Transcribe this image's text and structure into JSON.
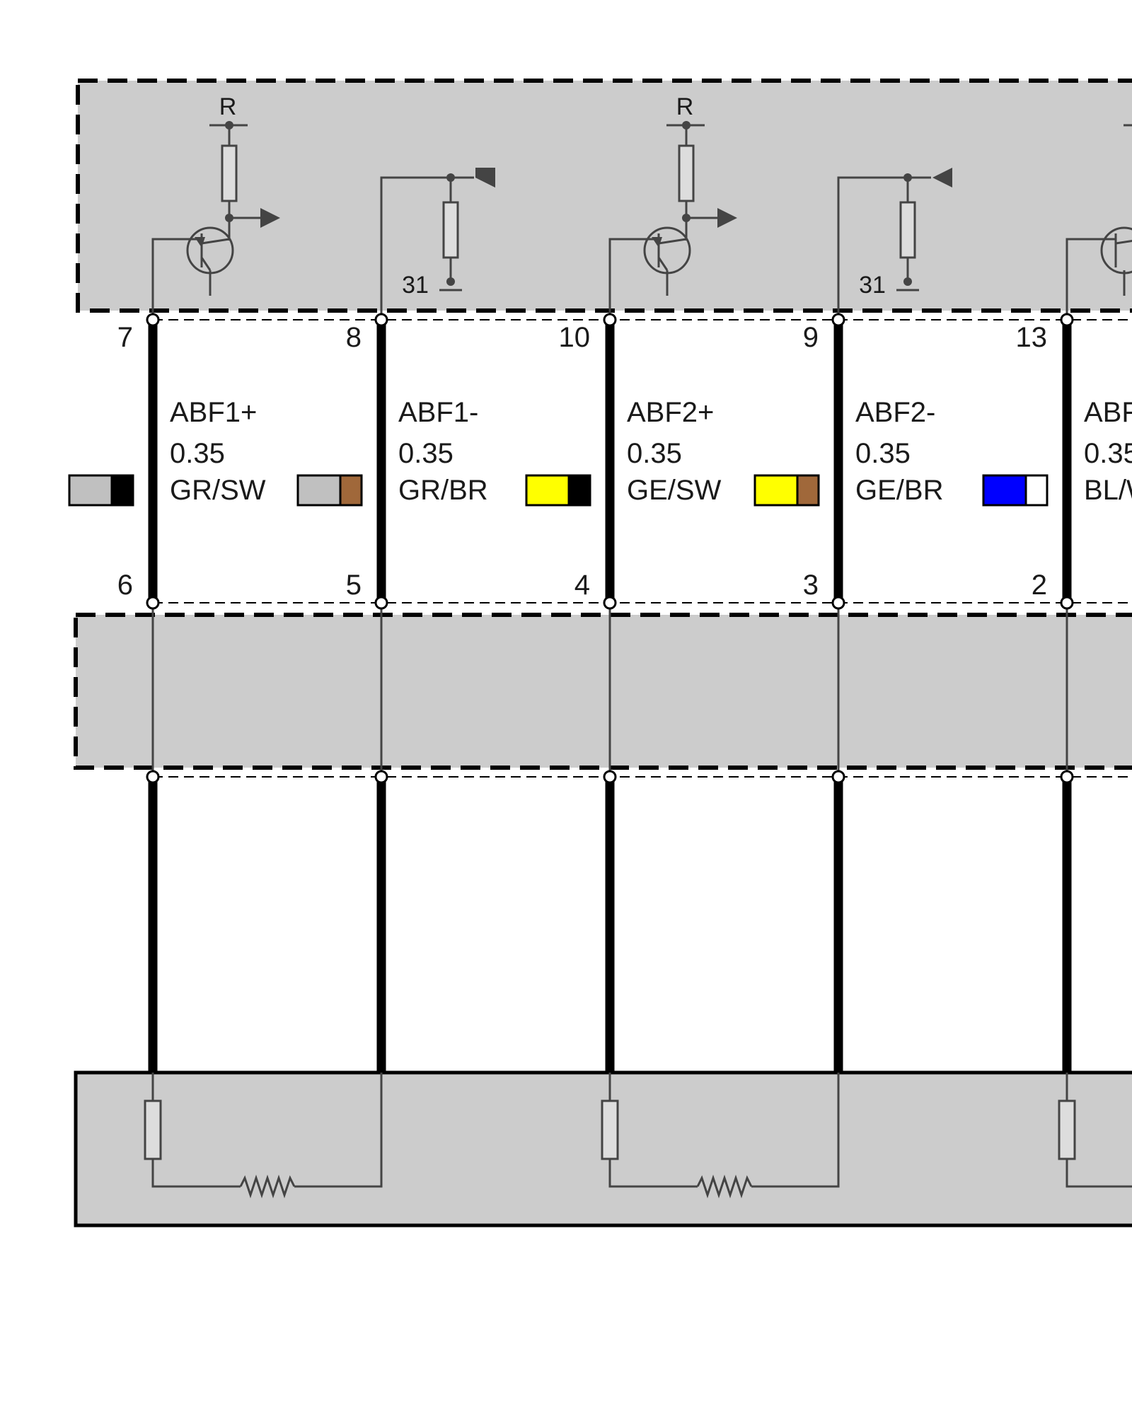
{
  "colors": {
    "module_fill": "#cccccc",
    "wire": "#000000",
    "inner_line": "#444444",
    "GR": "#c0c0c0",
    "SW": "#000000",
    "BR": "#a0683a",
    "GE": "#ffff00",
    "BL": "#0000ff",
    "WS": "#ffffff"
  },
  "top_module": {
    "supply_labels": [
      "R",
      "R"
    ],
    "ground_labels": [
      "31",
      "31"
    ]
  },
  "wires": [
    {
      "label": "ABF1+",
      "size": "0.35",
      "color_code": "GR/SW",
      "top_pin": "7",
      "bottom_pin": "6",
      "stripe": [
        "GR",
        "SW"
      ]
    },
    {
      "label": "ABF1-",
      "size": "0.35",
      "color_code": "GR/BR",
      "top_pin": "8",
      "bottom_pin": "5",
      "stripe": [
        "GR",
        "BR"
      ]
    },
    {
      "label": "ABF2+",
      "size": "0.35",
      "color_code": "GE/SW",
      "top_pin": "10",
      "bottom_pin": "4",
      "stripe": [
        "GE",
        "SW"
      ]
    },
    {
      "label": "ABF2-",
      "size": "0.35",
      "color_code": "GE/BR",
      "top_pin": "9",
      "bottom_pin": "3",
      "stripe": [
        "GE",
        "BR"
      ]
    },
    {
      "label": "ABF",
      "size": "0.35",
      "color_code": "BL/W",
      "top_pin": "13",
      "bottom_pin": "2",
      "stripe": [
        "BL",
        "WS"
      ]
    }
  ]
}
